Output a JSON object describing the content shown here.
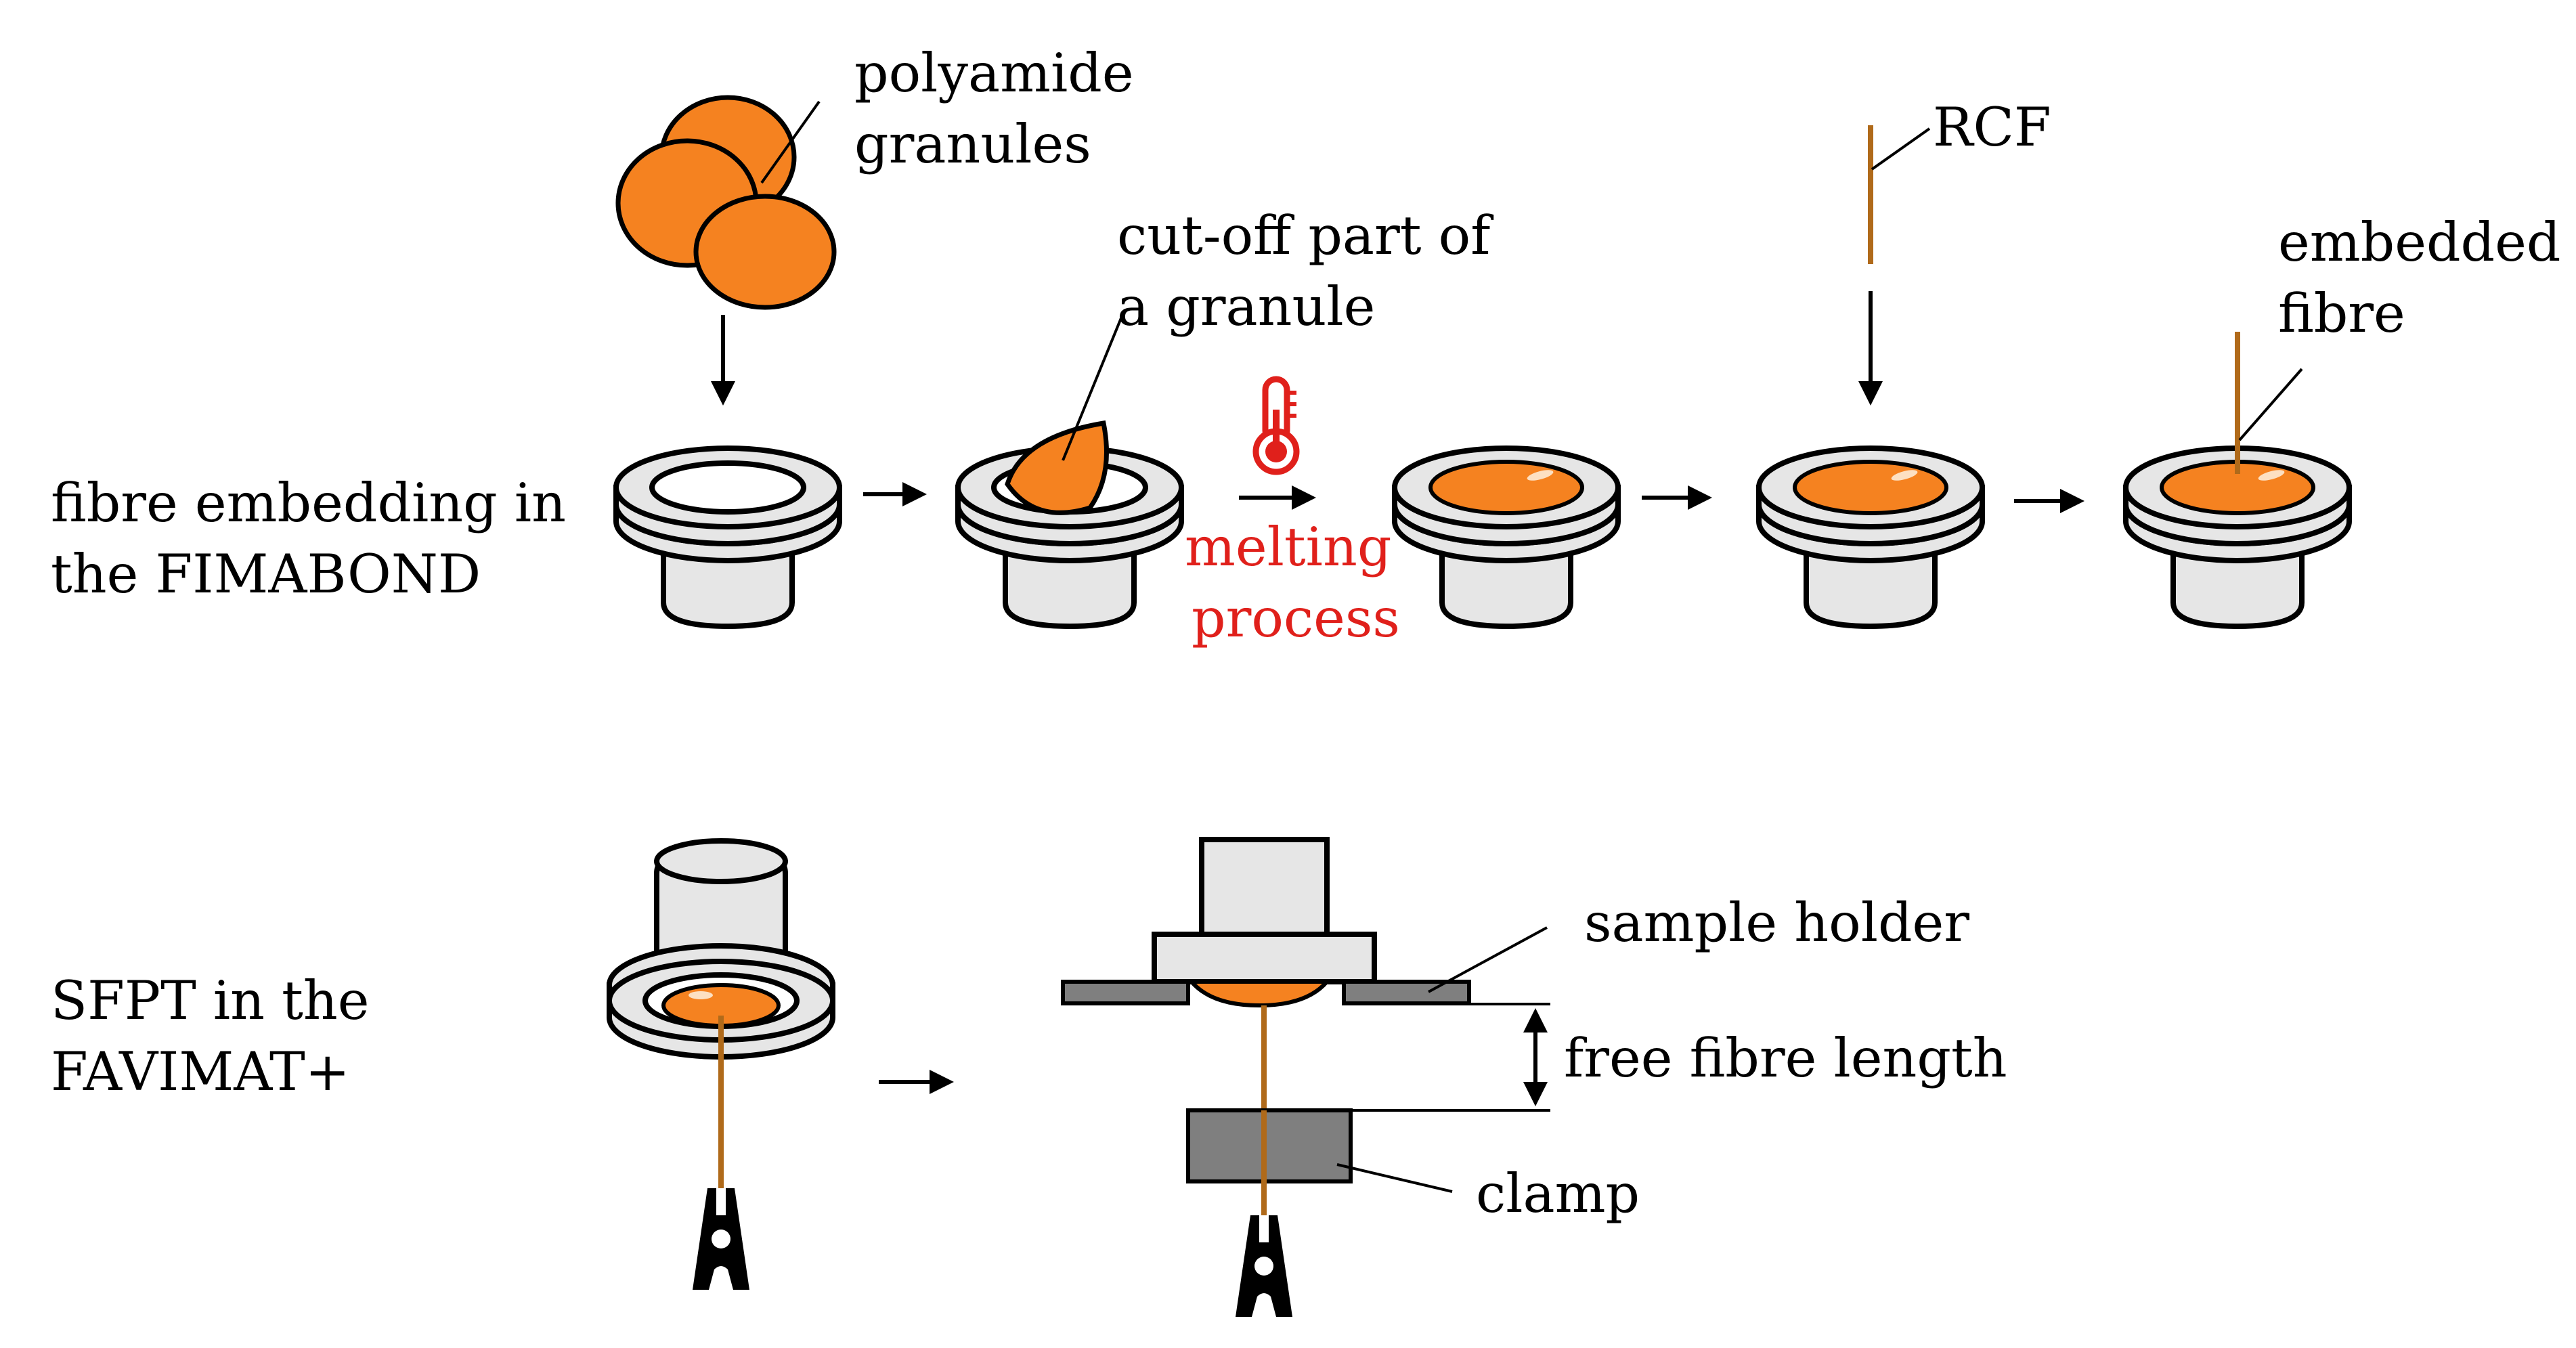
{
  "labels": {
    "polyamide_line1": "polyamide",
    "polyamide_line2": "granules",
    "cutoff_line1": "cut-off part of",
    "cutoff_line2": "a granule",
    "melting_line1": "melting",
    "melting_line2": "process",
    "rcf": "RCF",
    "embedded_line1": "embedded",
    "embedded_line2": "fibre",
    "row1_line1": "fibre embedding in",
    "row1_line2": "the FIMABOND",
    "row2_line1": "SFPT in the",
    "row2_line2": "FAVIMAT+",
    "sample_holder": "sample holder",
    "free_fibre_length": "free fibre length",
    "clamp": "clamp"
  },
  "colors": {
    "polyamide": "#f58220",
    "fibre": "#b06a1a",
    "cup": "#e6e6e6",
    "melting_text": "#e0201b",
    "clamp": "#7f7f7f"
  },
  "icons": [
    "thermometer-icon"
  ]
}
